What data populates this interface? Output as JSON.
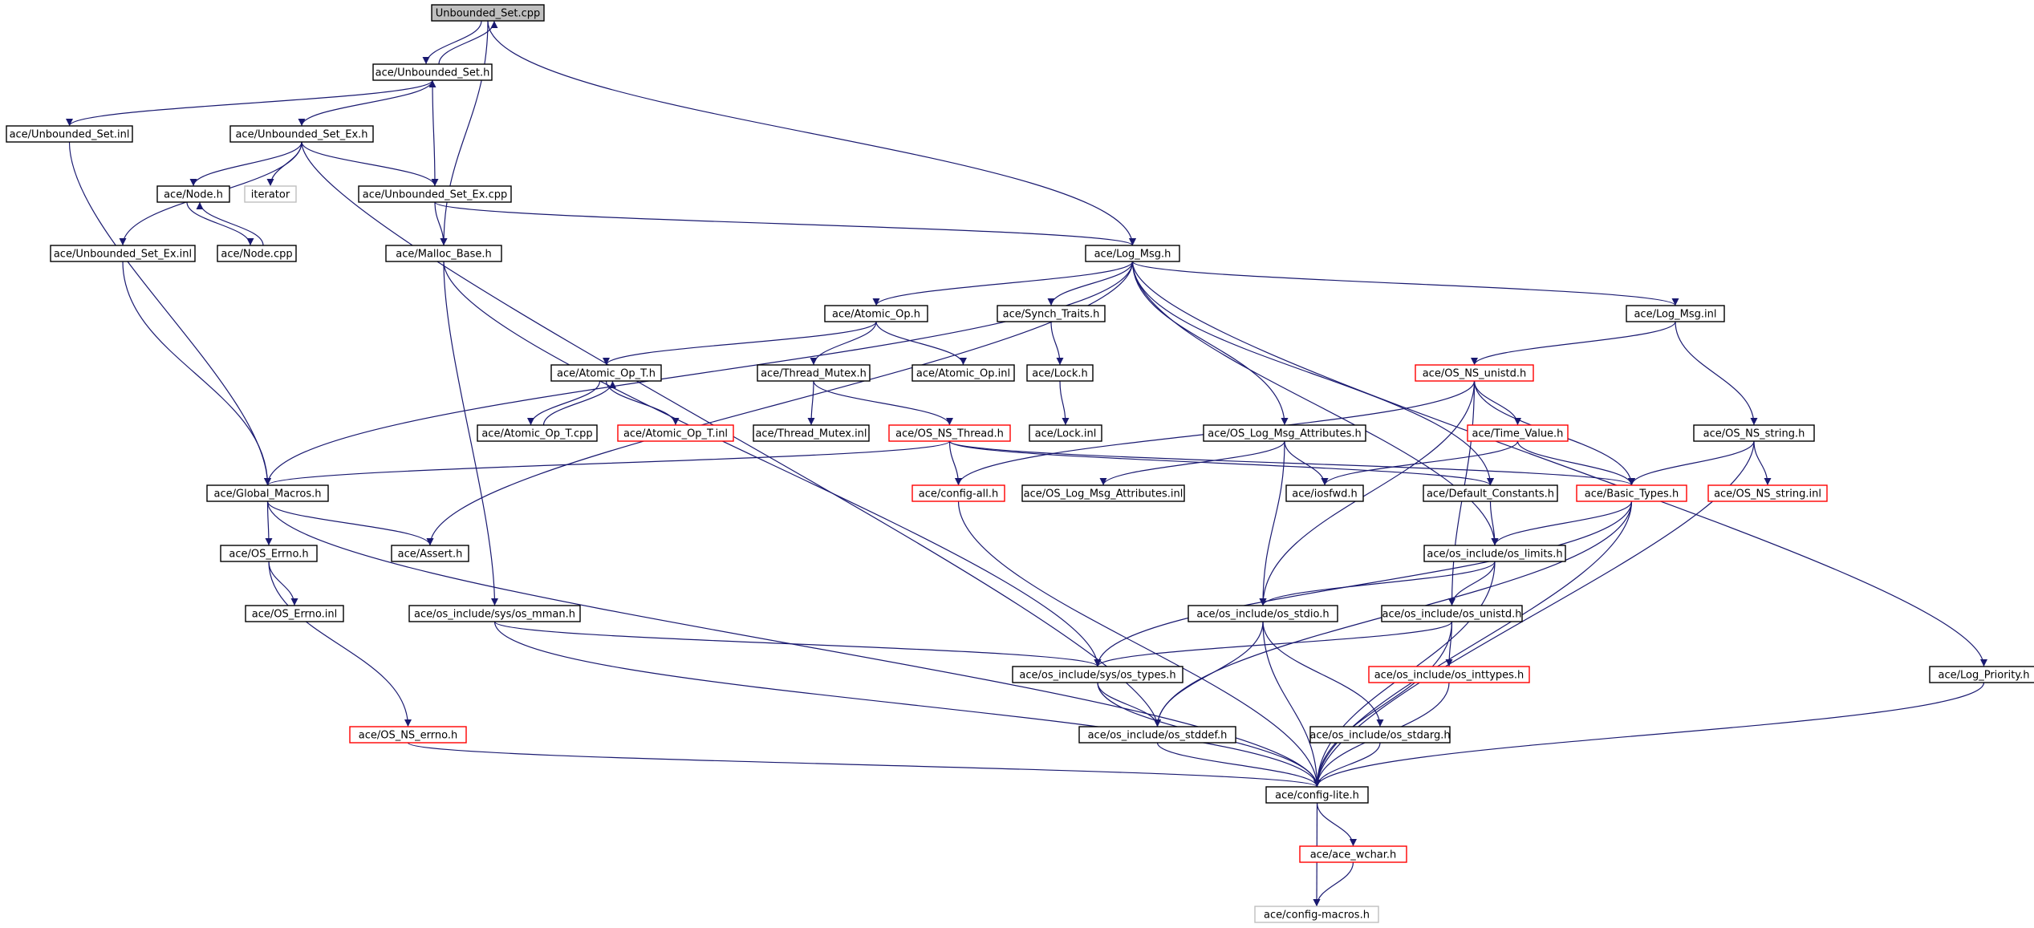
{
  "colors": {
    "edge": "#191970",
    "box_normal": "#000000",
    "box_truncated": "#ff0000",
    "box_external": "#bfbfbf",
    "root_fill": "#bfbfbf",
    "fill": "#ffffff"
  },
  "nodes": [
    {
      "id": "n0",
      "label": "Unbounded_Set.cpp",
      "style": "root"
    },
    {
      "id": "n1",
      "label": "ace/Unbounded_Set.h",
      "style": "normal"
    },
    {
      "id": "n2",
      "label": "ace/Unbounded_Set.inl",
      "style": "normal"
    },
    {
      "id": "n3",
      "label": "ace/Unbounded_Set_Ex.h",
      "style": "normal"
    },
    {
      "id": "n4",
      "label": "ace/Node.h",
      "style": "normal"
    },
    {
      "id": "n5",
      "label": "iterator",
      "style": "external"
    },
    {
      "id": "n6",
      "label": "ace/Unbounded_Set_Ex.cpp",
      "style": "normal"
    },
    {
      "id": "n7",
      "label": "ace/Unbounded_Set_Ex.inl",
      "style": "normal"
    },
    {
      "id": "n8",
      "label": "ace/Node.cpp",
      "style": "normal"
    },
    {
      "id": "n9",
      "label": "ace/Malloc_Base.h",
      "style": "normal"
    },
    {
      "id": "n10",
      "label": "ace/Log_Msg.h",
      "style": "normal"
    },
    {
      "id": "n11",
      "label": "ace/Atomic_Op.h",
      "style": "normal"
    },
    {
      "id": "n12",
      "label": "ace/Synch_Traits.h",
      "style": "normal"
    },
    {
      "id": "n13",
      "label": "ace/Log_Msg.inl",
      "style": "normal"
    },
    {
      "id": "n14",
      "label": "ace/Atomic_Op_T.h",
      "style": "normal"
    },
    {
      "id": "n15",
      "label": "ace/Thread_Mutex.h",
      "style": "normal"
    },
    {
      "id": "n16",
      "label": "ace/Atomic_Op.inl",
      "style": "normal"
    },
    {
      "id": "n17",
      "label": "ace/Lock.h",
      "style": "normal"
    },
    {
      "id": "n18",
      "label": "ace/OS_NS_unistd.h",
      "style": "truncated"
    },
    {
      "id": "n19",
      "label": "ace/Atomic_Op_T.cpp",
      "style": "normal"
    },
    {
      "id": "n20",
      "label": "ace/Atomic_Op_T.inl",
      "style": "truncated"
    },
    {
      "id": "n21",
      "label": "ace/Thread_Mutex.inl",
      "style": "normal"
    },
    {
      "id": "n22",
      "label": "ace/OS_NS_Thread.h",
      "style": "truncated"
    },
    {
      "id": "n23",
      "label": "ace/Lock.inl",
      "style": "normal"
    },
    {
      "id": "n24",
      "label": "ace/OS_Log_Msg_Attributes.h",
      "style": "normal"
    },
    {
      "id": "n25",
      "label": "ace/Time_Value.h",
      "style": "truncated"
    },
    {
      "id": "n26",
      "label": "ace/OS_NS_string.h",
      "style": "normal"
    },
    {
      "id": "n27",
      "label": "ace/Global_Macros.h",
      "style": "normal"
    },
    {
      "id": "n28",
      "label": "ace/config-all.h",
      "style": "truncated"
    },
    {
      "id": "n29",
      "label": "ace/OS_Log_Msg_Attributes.inl",
      "style": "normal"
    },
    {
      "id": "n30",
      "label": "ace/iosfwd.h",
      "style": "normal"
    },
    {
      "id": "n31",
      "label": "ace/Default_Constants.h",
      "style": "normal"
    },
    {
      "id": "n32",
      "label": "ace/Basic_Types.h",
      "style": "truncated"
    },
    {
      "id": "n33",
      "label": "ace/OS_NS_string.inl",
      "style": "truncated"
    },
    {
      "id": "n34",
      "label": "ace/OS_Errno.h",
      "style": "normal"
    },
    {
      "id": "n35",
      "label": "ace/Assert.h",
      "style": "normal"
    },
    {
      "id": "n36",
      "label": "ace/os_include/os_limits.h",
      "style": "normal"
    },
    {
      "id": "n37",
      "label": "ace/OS_Errno.inl",
      "style": "normal"
    },
    {
      "id": "n38",
      "label": "ace/os_include/sys/os_mman.h",
      "style": "normal"
    },
    {
      "id": "n39",
      "label": "ace/os_include/os_stdio.h",
      "style": "normal"
    },
    {
      "id": "n40",
      "label": "ace/os_include/os_unistd.h",
      "style": "normal"
    },
    {
      "id": "n41",
      "label": "ace/os_include/sys/os_types.h",
      "style": "normal"
    },
    {
      "id": "n42",
      "label": "ace/os_include/os_inttypes.h",
      "style": "truncated"
    },
    {
      "id": "n43",
      "label": "ace/Log_Priority.h",
      "style": "normal"
    },
    {
      "id": "n44",
      "label": "ace/OS_NS_errno.h",
      "style": "truncated"
    },
    {
      "id": "n45",
      "label": "ace/os_include/os_stddef.h",
      "style": "normal"
    },
    {
      "id": "n46",
      "label": "ace/os_include/os_stdarg.h",
      "style": "normal"
    },
    {
      "id": "n47",
      "label": "ace/config-lite.h",
      "style": "normal"
    },
    {
      "id": "n48",
      "label": "ace/ace_wchar.h",
      "style": "truncated"
    },
    {
      "id": "n49",
      "label": "ace/config-macros.h",
      "style": "external"
    }
  ],
  "edges": [
    [
      "n0",
      "n1"
    ],
    [
      "n1",
      "n0"
    ],
    [
      "n0",
      "n9"
    ],
    [
      "n0",
      "n10"
    ],
    [
      "n1",
      "n2"
    ],
    [
      "n1",
      "n3"
    ],
    [
      "n2",
      "n27"
    ],
    [
      "n3",
      "n4"
    ],
    [
      "n3",
      "n5"
    ],
    [
      "n3",
      "n6"
    ],
    [
      "n3",
      "n7"
    ],
    [
      "n3",
      "n45"
    ],
    [
      "n6",
      "n1"
    ],
    [
      "n6",
      "n9"
    ],
    [
      "n6",
      "n10"
    ],
    [
      "n4",
      "n8"
    ],
    [
      "n8",
      "n4"
    ],
    [
      "n7",
      "n27"
    ],
    [
      "n9",
      "n38"
    ],
    [
      "n9",
      "n41"
    ],
    [
      "n10",
      "n27"
    ],
    [
      "n10",
      "n11"
    ],
    [
      "n10",
      "n12"
    ],
    [
      "n10",
      "n13"
    ],
    [
      "n10",
      "n24"
    ],
    [
      "n10",
      "n31"
    ],
    [
      "n10",
      "n36"
    ],
    [
      "n10",
      "n43"
    ],
    [
      "n10",
      "n35"
    ],
    [
      "n11",
      "n14"
    ],
    [
      "n11",
      "n15"
    ],
    [
      "n11",
      "n16"
    ],
    [
      "n14",
      "n19"
    ],
    [
      "n19",
      "n14"
    ],
    [
      "n14",
      "n20"
    ],
    [
      "n15",
      "n21"
    ],
    [
      "n15",
      "n22"
    ],
    [
      "n22",
      "n27"
    ],
    [
      "n22",
      "n28"
    ],
    [
      "n22",
      "n31"
    ],
    [
      "n22",
      "n32"
    ],
    [
      "n12",
      "n17"
    ],
    [
      "n17",
      "n23"
    ],
    [
      "n13",
      "n18"
    ],
    [
      "n13",
      "n26"
    ],
    [
      "n18",
      "n28"
    ],
    [
      "n18",
      "n25"
    ],
    [
      "n18",
      "n32"
    ],
    [
      "n18",
      "n39"
    ],
    [
      "n18",
      "n40"
    ],
    [
      "n25",
      "n30"
    ],
    [
      "n25",
      "n32"
    ],
    [
      "n24",
      "n29"
    ],
    [
      "n24",
      "n30"
    ],
    [
      "n24",
      "n39"
    ],
    [
      "n26",
      "n32"
    ],
    [
      "n26",
      "n33"
    ],
    [
      "n26",
      "n47"
    ],
    [
      "n27",
      "n34"
    ],
    [
      "n27",
      "n35"
    ],
    [
      "n27",
      "n47"
    ],
    [
      "n34",
      "n37"
    ],
    [
      "n34",
      "n44"
    ],
    [
      "n44",
      "n47"
    ],
    [
      "n28",
      "n47"
    ],
    [
      "n31",
      "n36"
    ],
    [
      "n32",
      "n36"
    ],
    [
      "n32",
      "n41"
    ],
    [
      "n32",
      "n45"
    ],
    [
      "n32",
      "n47"
    ],
    [
      "n36",
      "n39"
    ],
    [
      "n36",
      "n40"
    ],
    [
      "n36",
      "n47"
    ],
    [
      "n38",
      "n41"
    ],
    [
      "n38",
      "n47"
    ],
    [
      "n39",
      "n45"
    ],
    [
      "n39",
      "n46"
    ],
    [
      "n39",
      "n47"
    ],
    [
      "n40",
      "n41"
    ],
    [
      "n40",
      "n42"
    ],
    [
      "n40",
      "n47"
    ],
    [
      "n41",
      "n45"
    ],
    [
      "n41",
      "n47"
    ],
    [
      "n42",
      "n47"
    ],
    [
      "n43",
      "n47"
    ],
    [
      "n45",
      "n47"
    ],
    [
      "n46",
      "n47"
    ],
    [
      "n47",
      "n48"
    ],
    [
      "n47",
      "n49"
    ],
    [
      "n48",
      "n49"
    ]
  ]
}
